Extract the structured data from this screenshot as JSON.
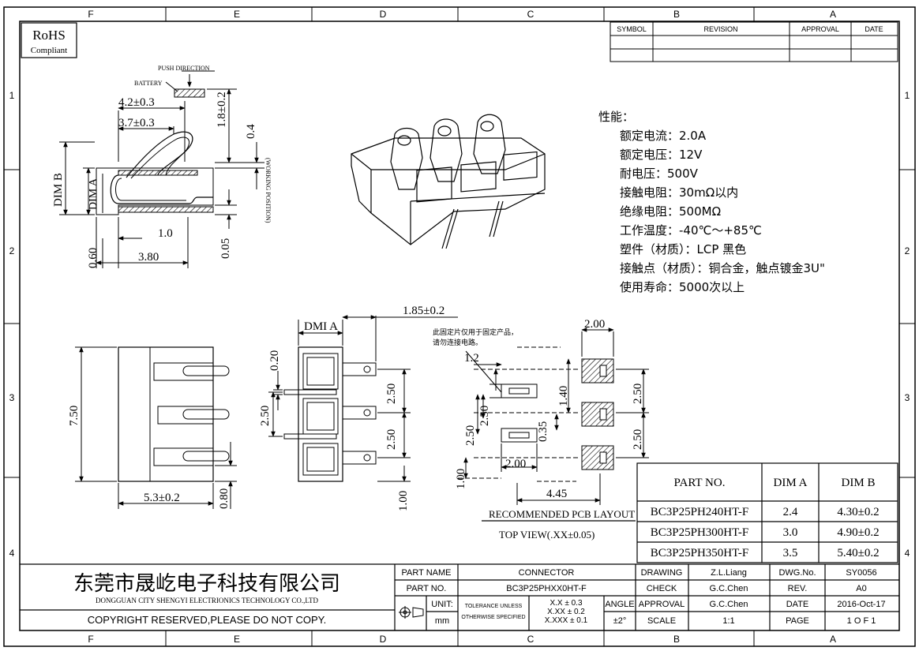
{
  "frame": {
    "top_cols": [
      "F",
      "E",
      "D",
      "C",
      "B",
      "A"
    ],
    "bottom_cols": [
      "F",
      "E",
      "D",
      "C",
      "B",
      "A"
    ],
    "left_rows": [
      "1",
      "2",
      "3",
      "4"
    ],
    "right_rows": [
      "1",
      "2",
      "3",
      "4"
    ]
  },
  "rohs": {
    "line1": "RoHS",
    "line2": "Compliant"
  },
  "revision_table": {
    "headers": [
      "SYMBOL",
      "REVISION",
      "APPROVAL",
      "DATE"
    ]
  },
  "side_view": {
    "push_direction": "PUSH DIRECTION",
    "battery": "BATTERY",
    "dim_4_2": "4.2±0.3",
    "dim_3_7": "3.7±0.3",
    "dim_1_8": "1.8±0.2",
    "dim_0_4": "0.4",
    "working_position": "(WORKING POSITION)",
    "dim_b": "DIM B",
    "dim_a": "DIM A",
    "dim_1_0": "1.0",
    "dim_0_60": "0.60",
    "dim_3_80": "3.80",
    "dim_0_05": "0.05"
  },
  "specs": {
    "title": "性能：",
    "lines": [
      "额定电流：2.0A",
      "额定电压：12V",
      "耐电压：500V",
      "接触电阻：30mΩ以内",
      "绝缘电阻：500MΩ",
      "工作温度：-40℃～+85℃",
      "塑件（材质）：LCP 黑色",
      "接触点（材质）：铜合金，触点镀金3U\"",
      "使用寿命：5000次以上"
    ]
  },
  "top_view": {
    "dim_7_50": "7.50",
    "dim_5_3": "5.3±0.2",
    "dim_0_80": "0.80"
  },
  "front_view": {
    "dmi_a": "DMI A",
    "dim_1_85": "1.85±0.2",
    "dim_0_20": "0.20",
    "dim_2_50_left": "2.50",
    "dim_2_50_r1": "2.50",
    "dim_2_50_r2": "2.50",
    "dim_1_00": "1.00"
  },
  "pcb": {
    "note_line1": "此固定片仅用于固定产品，",
    "note_line2": "请勿连接电路。",
    "dim_1_2": "1.2",
    "dim_2_00_top": "2.00",
    "dim_2_50_a": "2.50",
    "dim_2_50_b": "2.50",
    "dim_1_40": "1.40",
    "dim_0_35": "0.35",
    "dim_2_50_c": "2.50",
    "dim_2_50_d": "2.50",
    "dim_2_00_bot": "2.00",
    "dim_1_00": "1.00",
    "dim_4_45": "4.45",
    "label1": "RECOMMENDED PCB LAYOUT",
    "label2": "TOP VIEW(.XX±0.05)"
  },
  "parts_table": {
    "headers": [
      "PART NO.",
      "DIM A",
      "DIM B"
    ],
    "rows": [
      [
        "BC3P25PH240HT-F",
        "2.4",
        "4.30±0.2"
      ],
      [
        "BC3P25PH300HT-F",
        "3.0",
        "4.90±0.2"
      ],
      [
        "BC3P25PH350HT-F",
        "3.5",
        "5.40±0.2"
      ]
    ]
  },
  "title_block": {
    "company_cn": "东莞市晟屹电子科技有限公司",
    "company_en": "DONGGUAN CITY SHENGYI ELECTRIONICS TECHNOLOGY CO.,LTD",
    "copyright": "COPYRIGHT RESERVED,PLEASE DO NOT COPY.",
    "part_name_label": "PART NAME",
    "part_name": "CONNECTOR",
    "part_no_label": "PART NO.",
    "part_no": "BC3P25PHXX0HT-F",
    "unit_label": "UNIT:",
    "unit": "mm",
    "tol1": "TOLERANCE UNLESS",
    "tol2": "OTHERWISE SPECIFIED",
    "tol_x": "X.X ± 0.3",
    "tol_xx": "X.XX ± 0.2",
    "tol_xxx": "X.XXX ± 0.1",
    "angle_label": "ANGLE",
    "angle": "±2°",
    "drawing_label": "DRAWING",
    "drawing": "Z.L.Liang",
    "check_label": "CHECK",
    "check": "G.C.Chen",
    "approval_label": "APPROVAL",
    "approval": "G.C.Chen",
    "scale_label": "SCALE",
    "scale": "1:1",
    "dwg_label": "DWG.No.",
    "dwg": "SY0056",
    "rev_label": "REV.",
    "rev": "A0",
    "date_label": "DATE",
    "date": "2016-Oct-17",
    "page_label": "PAGE",
    "page": "1 O F 1"
  }
}
